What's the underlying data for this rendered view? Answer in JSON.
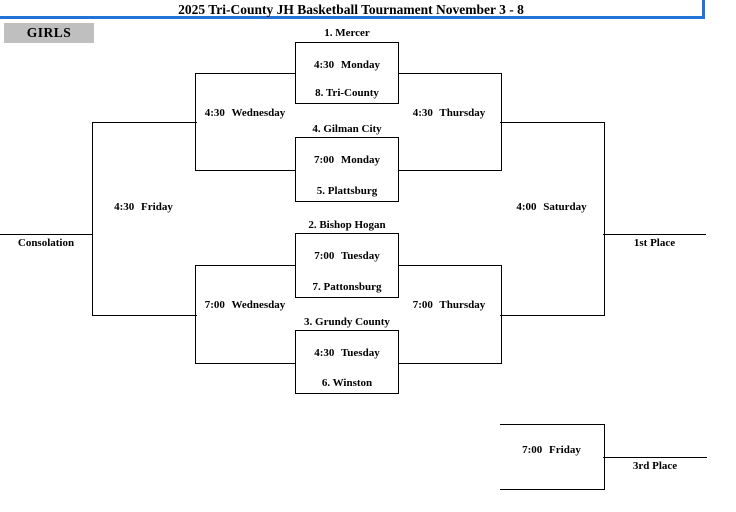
{
  "header": {
    "title": "2025 Tri-County JH Basketball Tournament November 3 - 8",
    "division": "GIRLS"
  },
  "theme": {
    "accent_blue": "#2273D8",
    "badge_gray": "#BFBFBF",
    "line_color": "#000000"
  },
  "games": [
    {
      "top_team": "1. Mercer",
      "time": "4:30 Monday",
      "bottom_team": "8. Tri-County"
    },
    {
      "top_team": "4. Gilman City",
      "time": "7:00 Monday",
      "bottom_team": "5. Plattsburg"
    },
    {
      "top_team": "2. Bishop Hogan",
      "time": "7:00 Tuesday",
      "bottom_team": "7. Pattonsburg"
    },
    {
      "top_team": "3. Grundy County",
      "time": "4:30 Tuesday",
      "bottom_team": "6. Winston"
    }
  ],
  "rounds": {
    "consolation_semi_top": "4:30 Wednesday",
    "consolation_semi_bottom": "7:00 Wednesday",
    "winners_semi_top": "4:30 Thursday",
    "winners_semi_bottom": "7:00 Thursday",
    "consolation_final": "4:30 Friday",
    "championship": "4:00 Saturday",
    "third_place_game": "7:00 Friday"
  },
  "placements": {
    "consolation": "Consolation",
    "first": "1st Place",
    "third": "3rd Place"
  }
}
